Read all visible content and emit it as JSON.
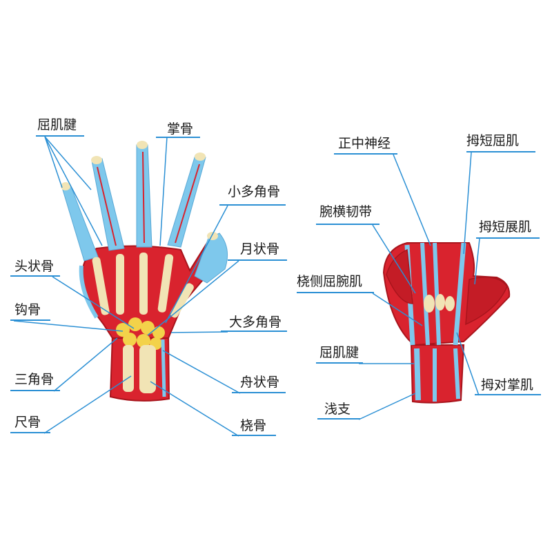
{
  "colors": {
    "leader": "#2a8fd4",
    "muscle": "#d9232e",
    "muscle_dark": "#a8141c",
    "tendon": "#7ec8ec",
    "bone": "#f1e4b5",
    "carpal": "#f3d24a"
  },
  "left_figure": {
    "labels": {
      "flexor_tendon": "屈肌腱",
      "metacarpal": "掌骨",
      "trapezoid": "小多角骨",
      "lunate": "月状骨",
      "capitate": "头状骨",
      "hamate": "钩骨",
      "trapezium": "大多角骨",
      "triquetrum": "三角骨",
      "scaphoid": "舟状骨",
      "ulna": "尺骨",
      "radius": "桡骨"
    }
  },
  "right_figure": {
    "labels": {
      "median_nerve": "正中神经",
      "flexor_pollicis_brevis": "拇短屈肌",
      "transverse_carpal_ligament": "腕横韧带",
      "abductor_pollicis_brevis": "拇短展肌",
      "flexor_carpi_radialis": "桡侧屈腕肌",
      "flexor_tendon": "屈肌腱",
      "opponens_pollicis": "拇对掌肌",
      "superficial_branch": "浅支"
    }
  }
}
